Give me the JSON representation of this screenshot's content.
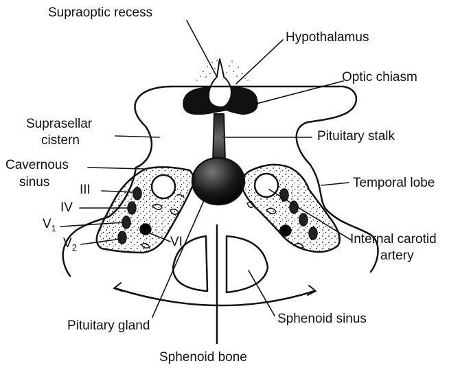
{
  "labels": {
    "supraoptic_recess": "Supraoptic recess",
    "hypothalamus": "Hypothalamus",
    "optic_chiasm": "Optic chiasm",
    "suprasellar_line1": "Suprasellar",
    "suprasellar_line2": "cistern",
    "pituitary_stalk": "Pituitary stalk",
    "cavernous_line1": "Cavernous",
    "cavernous_line2": "sinus",
    "nerve_iii": "III",
    "nerve_iv": "IV",
    "nerve_v1_main": "V",
    "nerve_v1_sub": "1",
    "nerve_v2_main": "V",
    "nerve_v2_sub": "2",
    "nerve_vi": "VI",
    "temporal_lobe": "Temporal lobe",
    "internal_carotid_line1": "Internal carotid",
    "internal_carotid_line2": "artery",
    "pituitary_gland": "Pituitary gland",
    "sphenoid_sinus": "Sphenoid sinus",
    "sphenoid_bone": "Sphenoid bone"
  },
  "colors": {
    "ink": "#111111",
    "background": "#ffffff"
  }
}
